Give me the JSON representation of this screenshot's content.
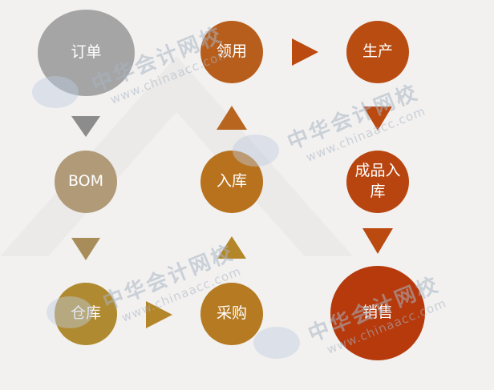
{
  "nodes": {
    "order": {
      "label": "订单",
      "color": "#a5a5a5"
    },
    "bom": {
      "label": "BOM",
      "color": "#b09a78"
    },
    "warehouse": {
      "label": "仓库",
      "color": "#b08a30"
    },
    "receive": {
      "label": "领用",
      "color": "#b85e1c"
    },
    "stock_in": {
      "label": "入库",
      "color": "#b8721e"
    },
    "purchase": {
      "label": "采购",
      "color": "#b57a22"
    },
    "production": {
      "label": "生产",
      "color": "#b94c10"
    },
    "finished_line1": {
      "label": "成品入",
      "color": "#b8450f"
    },
    "finished_line2": {
      "label": "库",
      "color": "#b8450f"
    },
    "sales": {
      "label": "销售",
      "color": "#b63a0c"
    }
  },
  "arrow_colors": {
    "gray": "#8c8c8c",
    "tan": "#a88d5a",
    "gold": "#b4862a",
    "orange": "#b86520",
    "rust": "#bb4a10"
  },
  "watermark": {
    "name": "中华会计网校",
    "url": "www.chinaacc.com"
  }
}
